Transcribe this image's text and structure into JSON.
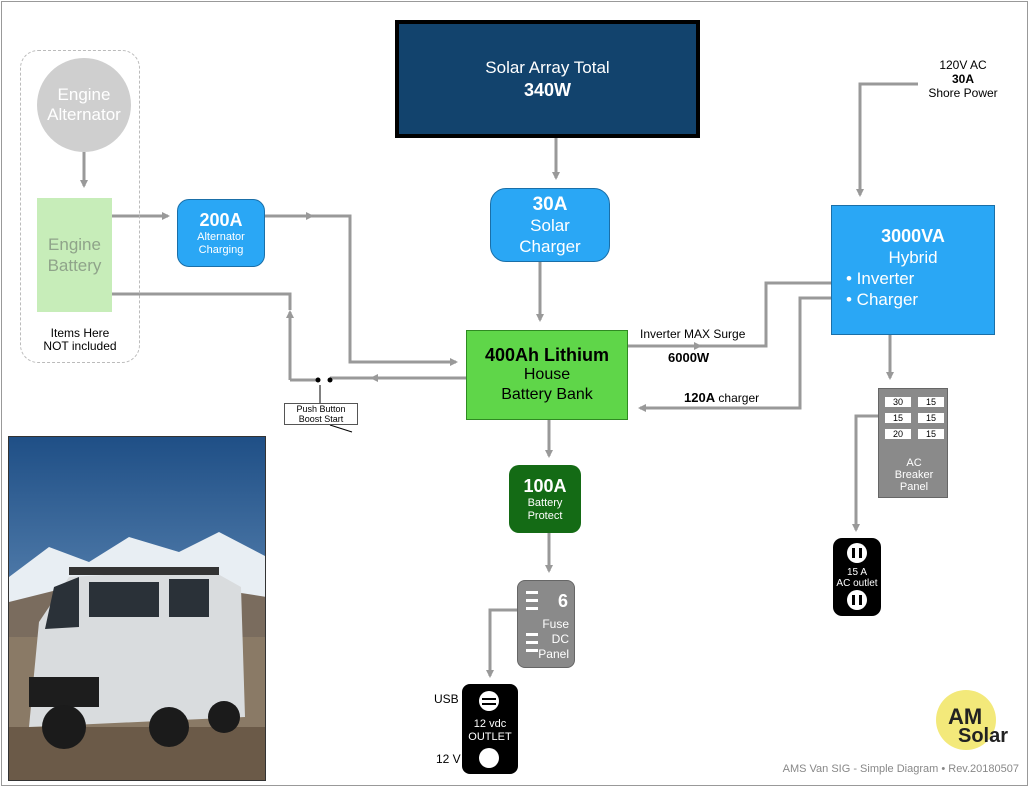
{
  "solar_array": {
    "line1": "Solar Array Total",
    "line2": "340W"
  },
  "solar_charger": {
    "amps": "30A",
    "line1": "Solar",
    "line2": "Charger"
  },
  "alternator_charging": {
    "amps": "200A",
    "line1": "Alternator",
    "line2": "Charging"
  },
  "engine": {
    "alternator_l1": "Engine",
    "alternator_l2": "Alternator",
    "battery_l1": "Engine",
    "battery_l2": "Battery",
    "note_l1": "Items Here",
    "note_l2": "NOT included"
  },
  "push_button": {
    "l1": "Push Button",
    "l2": "Boost Start"
  },
  "battery_bank": {
    "l1": "400Ah Lithium",
    "l2": "House",
    "l3": "Battery Bank"
  },
  "inverter": {
    "l1": "3000VA",
    "l2": "Hybrid",
    "l3": "• Inverter",
    "l4": "• Charger"
  },
  "shore_power": {
    "l1": "120V AC",
    "l2": "30A",
    "l3": "Shore Power"
  },
  "surge": {
    "label": "Inverter MAX Surge",
    "value": "6000W"
  },
  "charger_rate": {
    "value": "120A",
    "label": "charger"
  },
  "battery_protect": {
    "amps": "100A",
    "l1": "Battery",
    "l2": "Protect"
  },
  "dc_panel": {
    "count": "6",
    "l1": "Fuse",
    "l2": "DC",
    "l3": "Panel"
  },
  "dc_outlet": {
    "usb": "USB ->",
    "l1": "12 vdc",
    "l2": "OUTLET",
    "v12": "12 V ->"
  },
  "ac_panel": {
    "breakers": [
      "30",
      "15",
      "15",
      "15",
      "20",
      "15"
    ],
    "l1": "AC",
    "l2": "Breaker",
    "l3": "Panel"
  },
  "ac_outlet": {
    "l1": "15 A",
    "l2": "AC outlet"
  },
  "logo": {
    "l1": "AM",
    "l2": "Solar"
  },
  "footer": "AMS Van SIG - Simple Diagram • Rev.20180507",
  "colors": {
    "wire": "#999999",
    "array": "#12436d",
    "blue": "#2aa7f5",
    "battery": "#5fd649",
    "protect": "#146b15",
    "panel": "#8a8a8a"
  }
}
